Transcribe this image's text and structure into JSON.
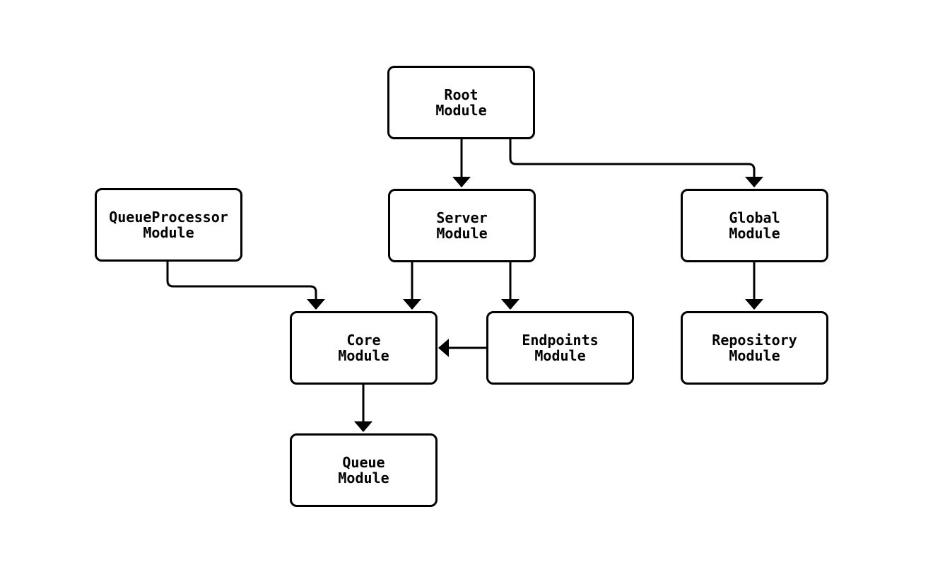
{
  "diagram": {
    "background_color": "#ffffff",
    "box_fill_color": "#ffffff",
    "line_color": "#000000",
    "text_color": "#000000",
    "nodes": [
      {
        "id": "root-module",
        "label": "Root\nModule"
      },
      {
        "id": "queueprocessor-module",
        "label": "QueueProcessor\nModule"
      },
      {
        "id": "server-module",
        "label": "Server\nModule"
      },
      {
        "id": "global-module",
        "label": "Global\nModule"
      },
      {
        "id": "core-module",
        "label": "Core\nModule"
      },
      {
        "id": "endpoints-module",
        "label": "Endpoints\nModule"
      },
      {
        "id": "repository-module",
        "label": "Repository\nModule"
      },
      {
        "id": "queue-module",
        "label": "Queue\nModule"
      }
    ],
    "edges": [
      {
        "from": "root-module",
        "to": "server-module"
      },
      {
        "from": "root-module",
        "to": "global-module"
      },
      {
        "from": "queueprocessor-module",
        "to": "core-module"
      },
      {
        "from": "server-module",
        "to": "core-module"
      },
      {
        "from": "server-module",
        "to": "endpoints-module"
      },
      {
        "from": "endpoints-module",
        "to": "core-module"
      },
      {
        "from": "global-module",
        "to": "repository-module"
      },
      {
        "from": "core-module",
        "to": "queue-module"
      }
    ]
  }
}
